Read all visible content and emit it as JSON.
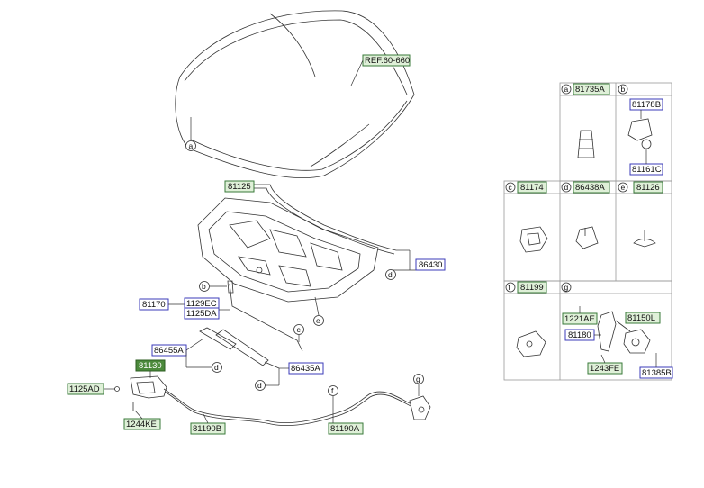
{
  "labels": {
    "ref": "REF.60-660",
    "p81125": "81125",
    "p86430": "86430",
    "p81170": "81170",
    "p1129EC": "1129EC",
    "p1125DA": "1125DA",
    "p86455A": "86455A",
    "p81130": "81130",
    "p86435A": "86435A",
    "p1125AD": "1125AD",
    "p1244KE": "1244KE",
    "p81190B": "81190B",
    "p81190A": "81190A"
  },
  "callouts": {
    "a": "a",
    "b": "b",
    "c": "c",
    "d": "d",
    "e": "e",
    "f": "f",
    "g": "g"
  },
  "table": {
    "a": {
      "letter": "a",
      "part": "81735A"
    },
    "b": {
      "letter": "b",
      "parts": [
        "81178B",
        "81161C"
      ]
    },
    "c": {
      "letter": "c",
      "part": "81174"
    },
    "d": {
      "letter": "d",
      "part": "86438A"
    },
    "e": {
      "letter": "e",
      "part": "81126"
    },
    "f": {
      "letter": "f",
      "part": "81199"
    },
    "g": {
      "letter": "g",
      "parts": [
        "1221AE",
        "81150L",
        "81180",
        "1243FE",
        "81385B"
      ]
    }
  }
}
